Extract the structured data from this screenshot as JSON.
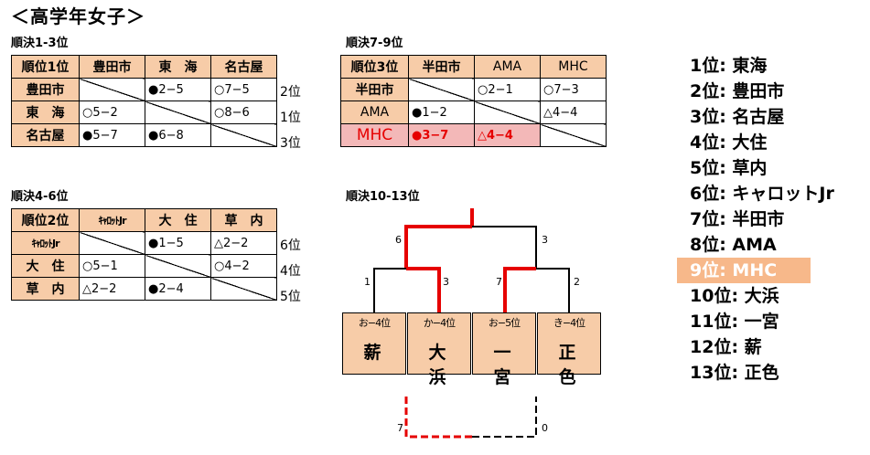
{
  "title": "＜高学年女子＞",
  "groups": {
    "g13": {
      "label": "順決1-3位",
      "header": [
        "順位1位",
        "豊田市",
        "東　海",
        "名古屋"
      ],
      "rows": [
        {
          "team": "豊田市",
          "cells": [
            "",
            "●2−5",
            "○7−5"
          ],
          "place": "2位"
        },
        {
          "team": "東　海",
          "cells": [
            "○5−2",
            "",
            "○8−6"
          ],
          "place": "1位"
        },
        {
          "team": "名古屋",
          "cells": [
            "●5−7",
            "●6−8",
            ""
          ],
          "place": "3位"
        }
      ]
    },
    "g79": {
      "label": "順決7-9位",
      "header": [
        "順位3位",
        "半田市",
        "AMA",
        "MHC"
      ],
      "rows": [
        {
          "team": "半田市",
          "cells": [
            "",
            "○2−1",
            "○7−3"
          ],
          "place": ""
        },
        {
          "team": "AMA",
          "cells": [
            "●1−2",
            "",
            "△4−4"
          ],
          "place": ""
        },
        {
          "team": "MHC",
          "cells": [
            "●3−7",
            "△4−4",
            ""
          ],
          "place": ""
        }
      ]
    },
    "g46": {
      "label": "順決4-6位",
      "header": [
        "順位2位",
        "ｷｬﾛｯﾄJr",
        "大　住",
        "草　内"
      ],
      "rows": [
        {
          "team": "ｷｬﾛｯﾄJr",
          "cells": [
            "",
            "●1−5",
            "△2−2"
          ],
          "place": "6位"
        },
        {
          "team": "大　住",
          "cells": [
            "○5−1",
            "",
            "○4−2"
          ],
          "place": "4位"
        },
        {
          "team": "草　内",
          "cells": [
            "△2−2",
            "●2−4",
            ""
          ],
          "place": "5位"
        }
      ]
    }
  },
  "bracket": {
    "label": "順決10-13位",
    "teams": [
      {
        "seed": "お−4位",
        "name": "薪"
      },
      {
        "seed": "か−4位",
        "name": "大　浜"
      },
      {
        "seed": "お−5位",
        "name": "一　宮"
      },
      {
        "seed": "き−4位",
        "name": "正　色"
      }
    ],
    "scores": {
      "r1a_left": "1",
      "r1a_right": "3",
      "r1b_left": "7",
      "r1b_right": "2",
      "final_left": "6",
      "final_right": "3",
      "third_left": "7",
      "third_right": "0"
    },
    "colors": {
      "win": "#e60000",
      "lose": "#000000"
    }
  },
  "rankings": [
    "1位: 東海",
    "2位: 豊田市",
    "3位: 名古屋",
    "4位: 大住",
    "5位: 草内",
    "6位: キャロットJr",
    "7位: 半田市",
    "8位: AMA",
    "9位: MHC",
    "10位: 大浜",
    "11位: 一宮",
    "12位: 薪",
    "13位: 正色"
  ],
  "highlight_color": "#f7b88a"
}
